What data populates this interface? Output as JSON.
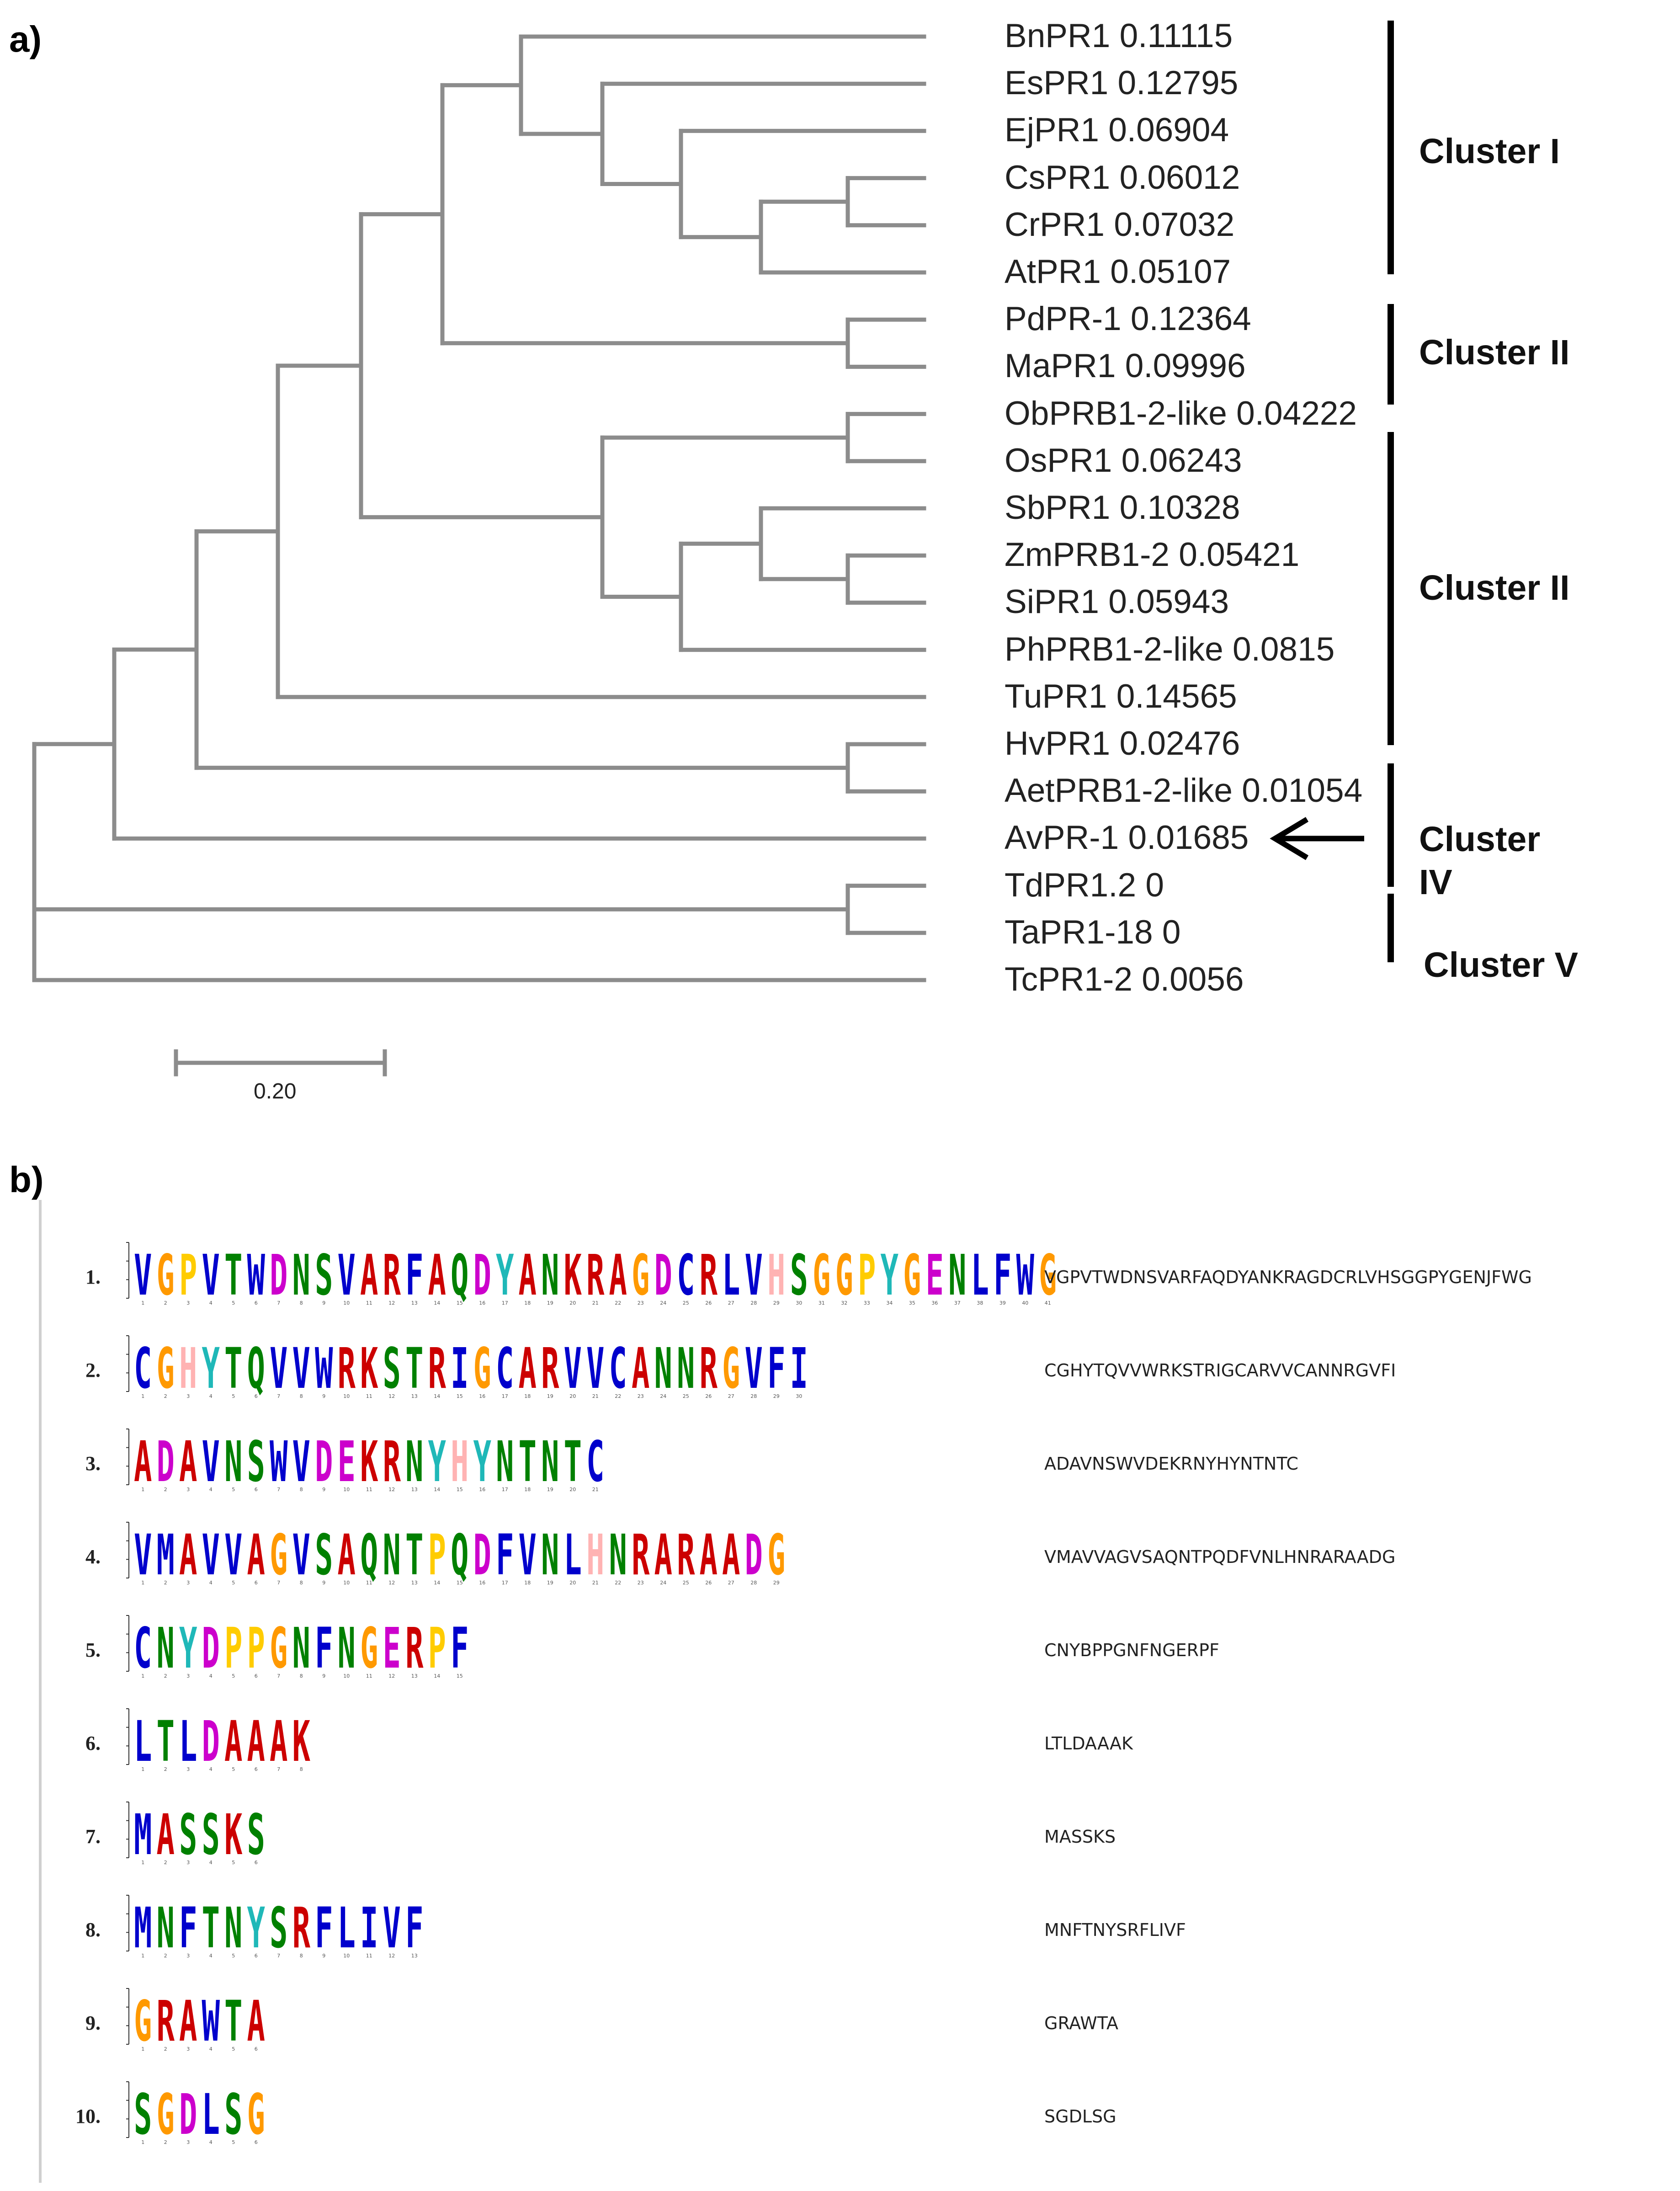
{
  "panel_a": {
    "label": "a)",
    "leaves": [
      {
        "name": "BnPR1 0.11115"
      },
      {
        "name": "EsPR1 0.12795"
      },
      {
        "name": "EjPR1 0.06904"
      },
      {
        "name": "CsPR1 0.06012"
      },
      {
        "name": "CrPR1 0.07032"
      },
      {
        "name": "AtPR1 0.05107"
      },
      {
        "name": "PdPR-1 0.12364"
      },
      {
        "name": "MaPR1 0.09996"
      },
      {
        "name": "ObPRB1-2-like 0.04222"
      },
      {
        "name": "OsPR1 0.06243"
      },
      {
        "name": "SbPR1 0.10328"
      },
      {
        "name": "ZmPRB1-2 0.05421"
      },
      {
        "name": "SiPR1 0.05943"
      },
      {
        "name": "PhPRB1-2-like 0.0815"
      },
      {
        "name": "TuPR1 0.14565"
      },
      {
        "name": "HvPR1 0.02476"
      },
      {
        "name": "AetPRB1-2-like 0.01054"
      },
      {
        "name": "AvPR-1 0.01685"
      },
      {
        "name": "TdPR1.2 0"
      },
      {
        "name": "TaPR1-18 0"
      },
      {
        "name": "TcPR1-2 0.0056"
      }
    ],
    "clusters": [
      {
        "label": "Cluster I"
      },
      {
        "label": "Cluster II"
      },
      {
        "label": "Cluster II"
      },
      {
        "label": "Cluster\nIV"
      },
      {
        "label": "Cluster V"
      }
    ],
    "scale_bar": {
      "label": "0.20"
    },
    "highlighted_leaf": "AvPR-1 0.01685",
    "colors": {
      "branch": "#8c8c8c",
      "text": "#222222",
      "cluster_bar": "#000000"
    }
  },
  "panel_b": {
    "label": "b)",
    "motifs": [
      {
        "number": "1.",
        "consensus": "VGPVTWDNSVARFAQDYANKRAGDCRLVHSGGPYGENJFWG",
        "logo": "VGPVTWDNSVARFAQDYANKRAGDCRLVHSGGPYGENLFWG"
      },
      {
        "number": "2.",
        "consensus": "CGHYTQVVWRKSTRIGCARVVCANNRGVFI",
        "logo": "CGHYTQVVWRKSTRIGCARVVCANNRGVFI"
      },
      {
        "number": "3.",
        "consensus": "ADAVNSWVDEKRNYHYNTNTC",
        "logo": "ADAVNSWVDEKRNYHYNTNTC"
      },
      {
        "number": "4.",
        "consensus": "VMAVVAGVSAQNTPQDFVNLHNRARAADG",
        "logo": "VMAVVAGVSAQNTPQDFVNLHNRARAADG"
      },
      {
        "number": "5.",
        "consensus": "CNYBPPGNFNGERPF",
        "logo": "CNYDPPGNFNGERPF"
      },
      {
        "number": "6.",
        "consensus": "LTLDAAAK",
        "logo": "LTLDAAAK"
      },
      {
        "number": "7.",
        "consensus": "MASSKS",
        "logo": "MASSKS"
      },
      {
        "number": "8.",
        "consensus": "MNFTNYSRFLIVF",
        "logo": "MNFTNYSRFLIVF"
      },
      {
        "number": "9.",
        "consensus": "GRAWTA",
        "logo": "GRAWTA"
      },
      {
        "number": "10.",
        "consensus": "SGDLSG",
        "logo": "SGDLSG"
      }
    ],
    "residue_colors": {
      "A": "#cc0000",
      "V": "#0000cc",
      "L": "#0000cc",
      "I": "#0000cc",
      "M": "#0000cc",
      "F": "#0000cc",
      "W": "#0000cc",
      "C": "#0000cc",
      "G": "#ff9900",
      "P": "#ffcc00",
      "Y": "#1fb8b8",
      "H": "#ffb3b3",
      "D": "#cc00cc",
      "E": "#cc00cc",
      "K": "#cc0000",
      "R": "#cc0000",
      "S": "#008000",
      "T": "#008000",
      "N": "#008000",
      "Q": "#008000"
    }
  }
}
